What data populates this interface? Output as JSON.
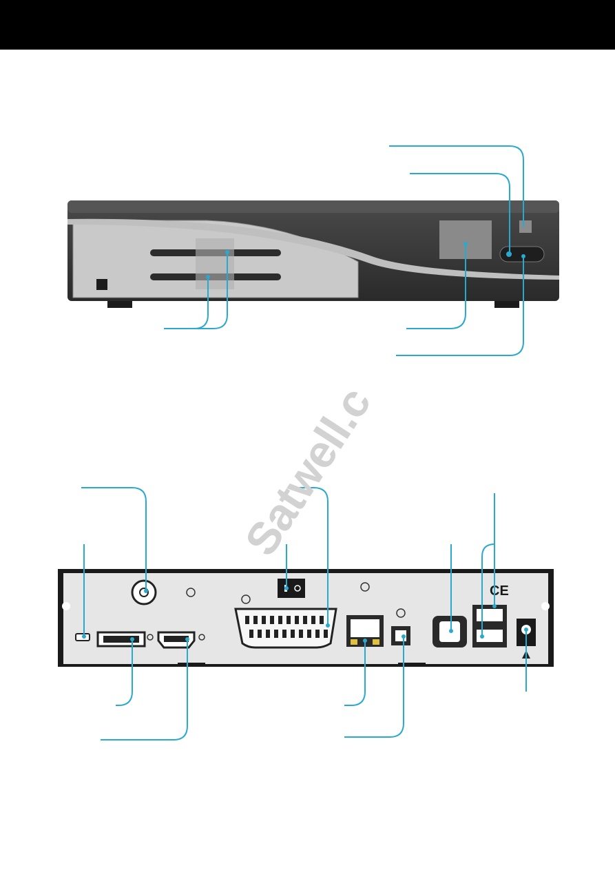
{
  "header": {
    "color": "#000000"
  },
  "watermark": {
    "text": "Satwell.c"
  },
  "colors": {
    "callout": "#29a9cf",
    "body": "#333333",
    "panel": "#cfcfcf",
    "rear": "#e6e6e6"
  },
  "rear_panel": {
    "ce_mark": "CE"
  },
  "icons": [
    "eject-slot",
    "display",
    "power-button",
    "led",
    "coax-connector",
    "power-switch",
    "scart-port",
    "rj45-port",
    "usb-b-port",
    "optical-port",
    "usb-a-ports",
    "dc-jack",
    "warning-icon",
    "mini-usb",
    "esata-port",
    "hdmi-port"
  ]
}
